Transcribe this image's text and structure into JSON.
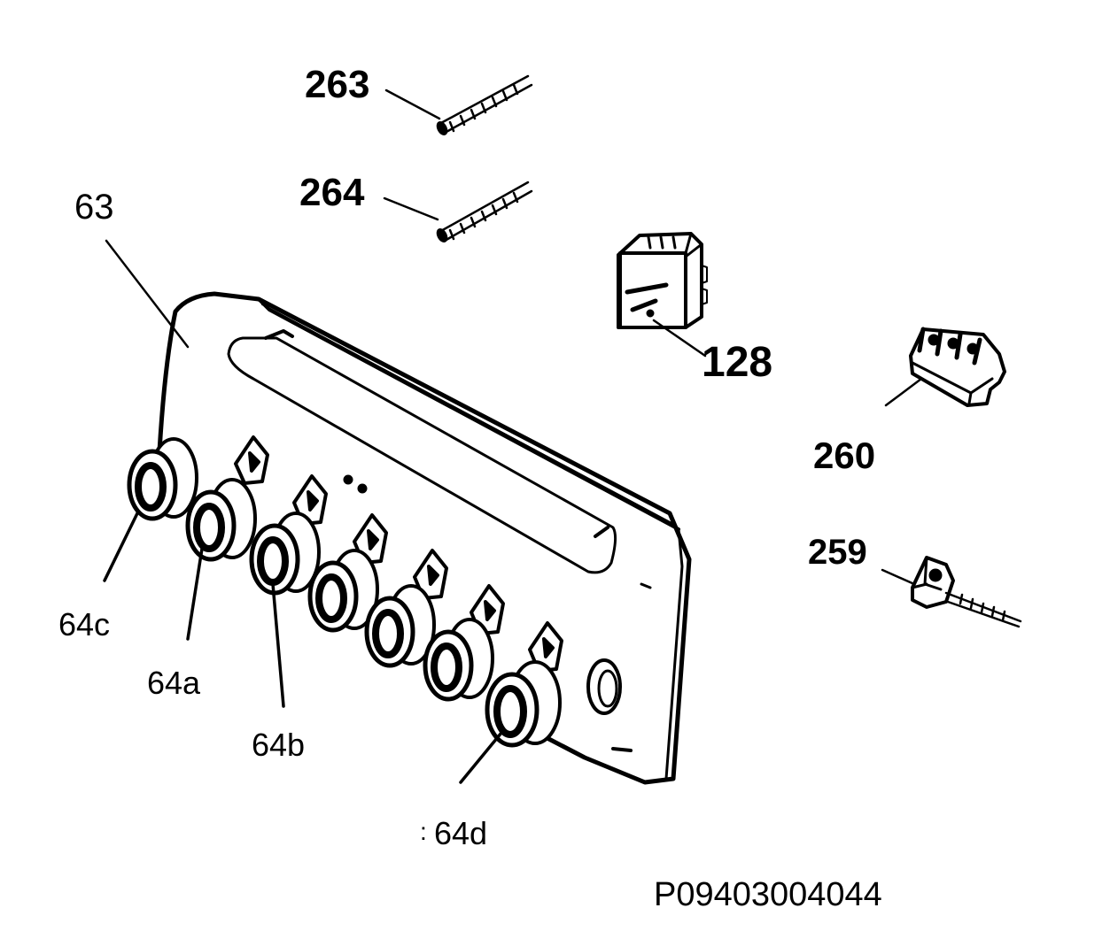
{
  "labels": {
    "l263": "263",
    "l264": "264",
    "l63": "63",
    "l128": "128",
    "l260": "260",
    "l259": "259",
    "l64c": "64c",
    "l64a": "64a",
    "l64b": "64b",
    "l64d": "64d",
    "l64d_prefix": ":",
    "code": "P09403004044"
  }
}
